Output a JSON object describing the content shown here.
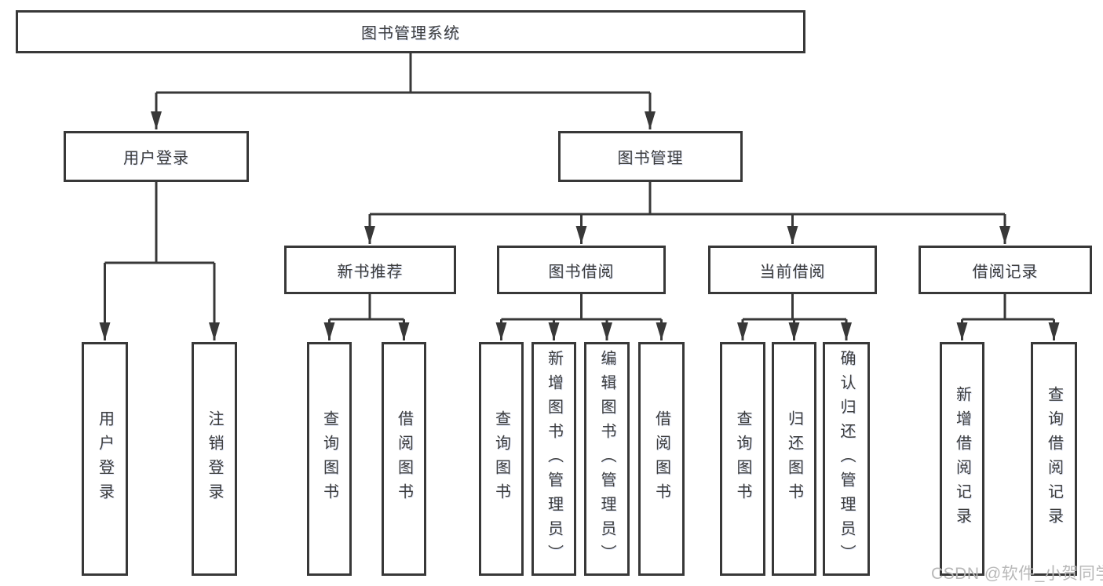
{
  "diagram": {
    "title_node": {
      "label": "图书管理系统"
    },
    "level2": [
      {
        "label": "用户登录"
      },
      {
        "label": "图书管理"
      }
    ],
    "level3": [
      {
        "label": "新书推荐"
      },
      {
        "label": "图书借阅"
      },
      {
        "label": "当前借阅"
      },
      {
        "label": "借阅记录"
      }
    ],
    "leaves": [
      {
        "label": "用户登录"
      },
      {
        "label": "注销登录"
      },
      {
        "label": "查询图书"
      },
      {
        "label": "借阅图书"
      },
      {
        "label": "查询图书"
      },
      {
        "label": "新增图书（管理员）"
      },
      {
        "label": "编辑图书（管理员）"
      },
      {
        "label": "借阅图书"
      },
      {
        "label": "查询图书"
      },
      {
        "label": "归还图书"
      },
      {
        "label": "确认归还（管理员）"
      },
      {
        "label": "新增借阅记录"
      },
      {
        "label": "查询借阅记录"
      }
    ],
    "colors": {
      "line": "#383838",
      "text": "#3c3c3c",
      "box_fill": "#ffffff"
    }
  },
  "watermark": {
    "text": "CSDN @软件_小贺同学",
    "color": "#b8b8b8"
  }
}
